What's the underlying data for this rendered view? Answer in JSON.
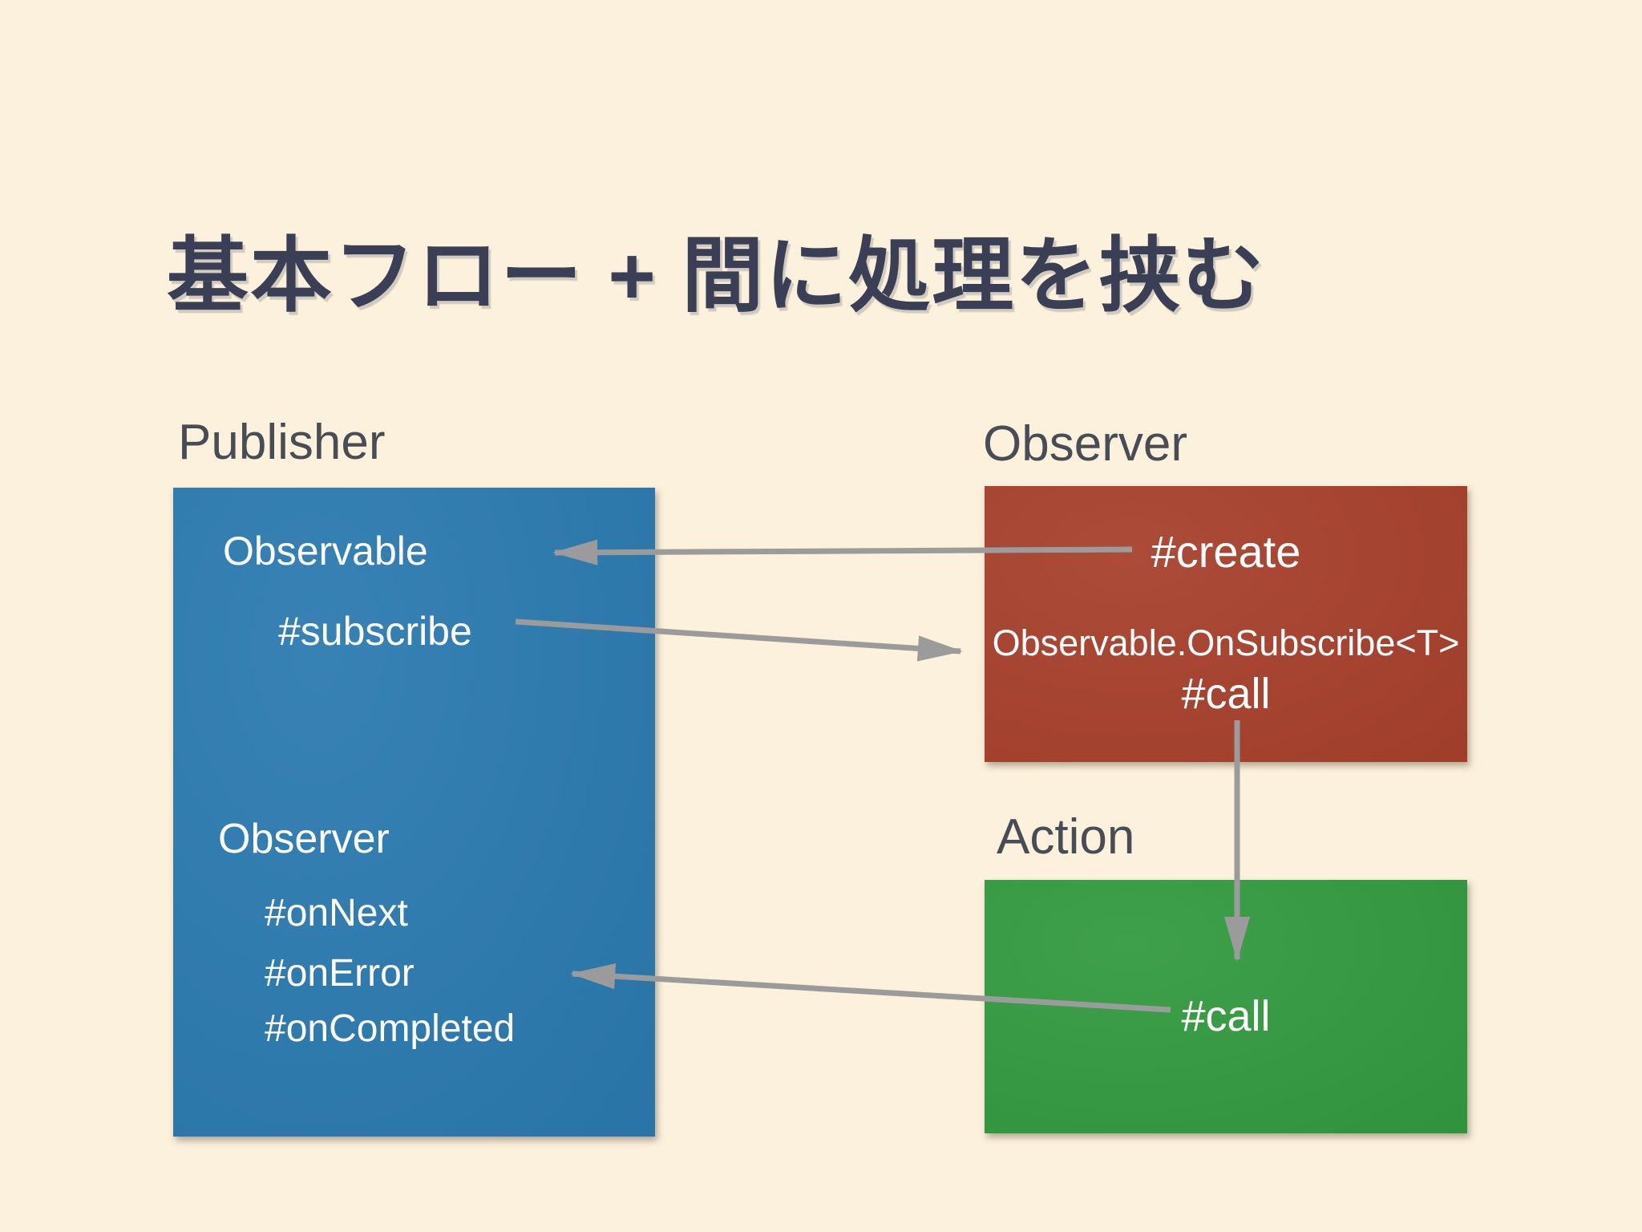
{
  "slide": {
    "title": "基本フロー + 間に処理を挟む"
  },
  "publisher": {
    "label": "Publisher",
    "box_color": "#2b7ab0",
    "items": {
      "observable": "Observable",
      "subscribe": "#subscribe",
      "observer": "Observer",
      "on_next": "#onNext",
      "on_error": "#onError",
      "on_completed": "#onCompleted"
    }
  },
  "observer": {
    "label": "Observer",
    "box_color": "#a8402d",
    "items": {
      "create": "#create",
      "on_subscribe": "Observable.OnSubscribe<T>",
      "call": "#call"
    }
  },
  "action": {
    "label": "Action",
    "box_color": "#339a40",
    "items": {
      "call": "#call"
    }
  },
  "colors": {
    "background": "#fcf1dc",
    "title_text": "#3a3f55",
    "label_text": "#474c55",
    "box_text": "#ffffff",
    "arrow": "#9b9b9b"
  }
}
